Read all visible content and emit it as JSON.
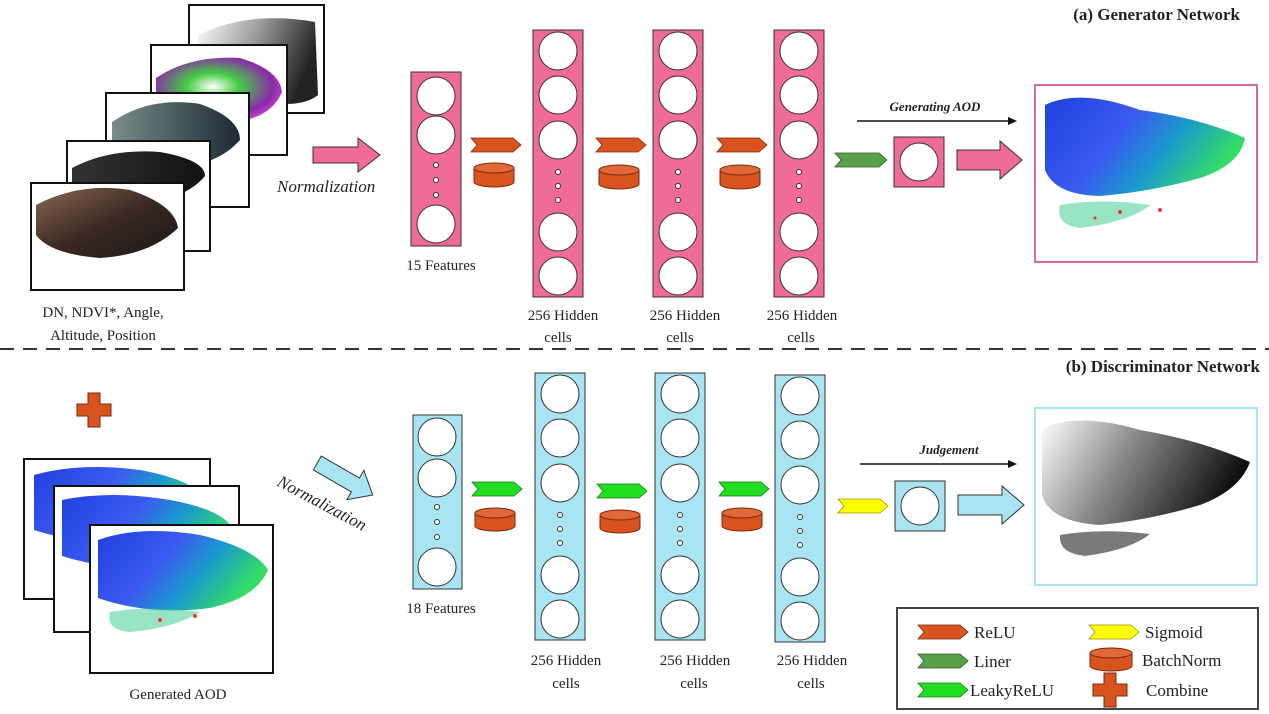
{
  "generator": {
    "title": "(a) Generator Network",
    "input_caption": [
      "DN, NDVI*, Angle,",
      "Altitude, Position"
    ],
    "normalization_label": "Normalization",
    "input_layer_label": "15 Features",
    "hidden_layers": [
      {
        "label": [
          "256 Hidden",
          "cells"
        ]
      },
      {
        "label": [
          "256 Hidden",
          "cells"
        ]
      },
      {
        "label": [
          "256 Hidden",
          "cells"
        ]
      }
    ],
    "output_label": "Generating AOD"
  },
  "discriminator": {
    "title": "(b) Discriminator Network",
    "input_caption": "Generated AOD",
    "normalization_label": "Normalization",
    "input_layer_label": "18 Features",
    "hidden_layers": [
      {
        "label": [
          "256 Hidden",
          "cells"
        ]
      },
      {
        "label": [
          "256 Hidden",
          "cells"
        ]
      },
      {
        "label": [
          "256 Hidden",
          "cells"
        ]
      }
    ],
    "output_label": "Judgement"
  },
  "legend": [
    {
      "label": "ReLU",
      "symbol": "arrow",
      "color": "#d9531e"
    },
    {
      "label": "Sigmoid",
      "symbol": "arrow",
      "color": "#ffff00"
    },
    {
      "label": "Liner",
      "symbol": "arrow",
      "color": "#5aa04a"
    },
    {
      "label": "BatchNorm",
      "symbol": "cylinder",
      "color": "#d9531e"
    },
    {
      "label": "LeakyReLU",
      "symbol": "arrow",
      "color": "#22dd22"
    },
    {
      "label": "Combine",
      "symbol": "plus",
      "color": "#d9531e"
    }
  ],
  "colors": {
    "generator_layer": "#f06a9a",
    "discriminator_layer": "#a8e4f2",
    "relu": "#d9531e",
    "leaky_relu": "#22dd22",
    "liner": "#5aa04a",
    "sigmoid": "#ffff00",
    "batchnorm": "#d9531e"
  }
}
